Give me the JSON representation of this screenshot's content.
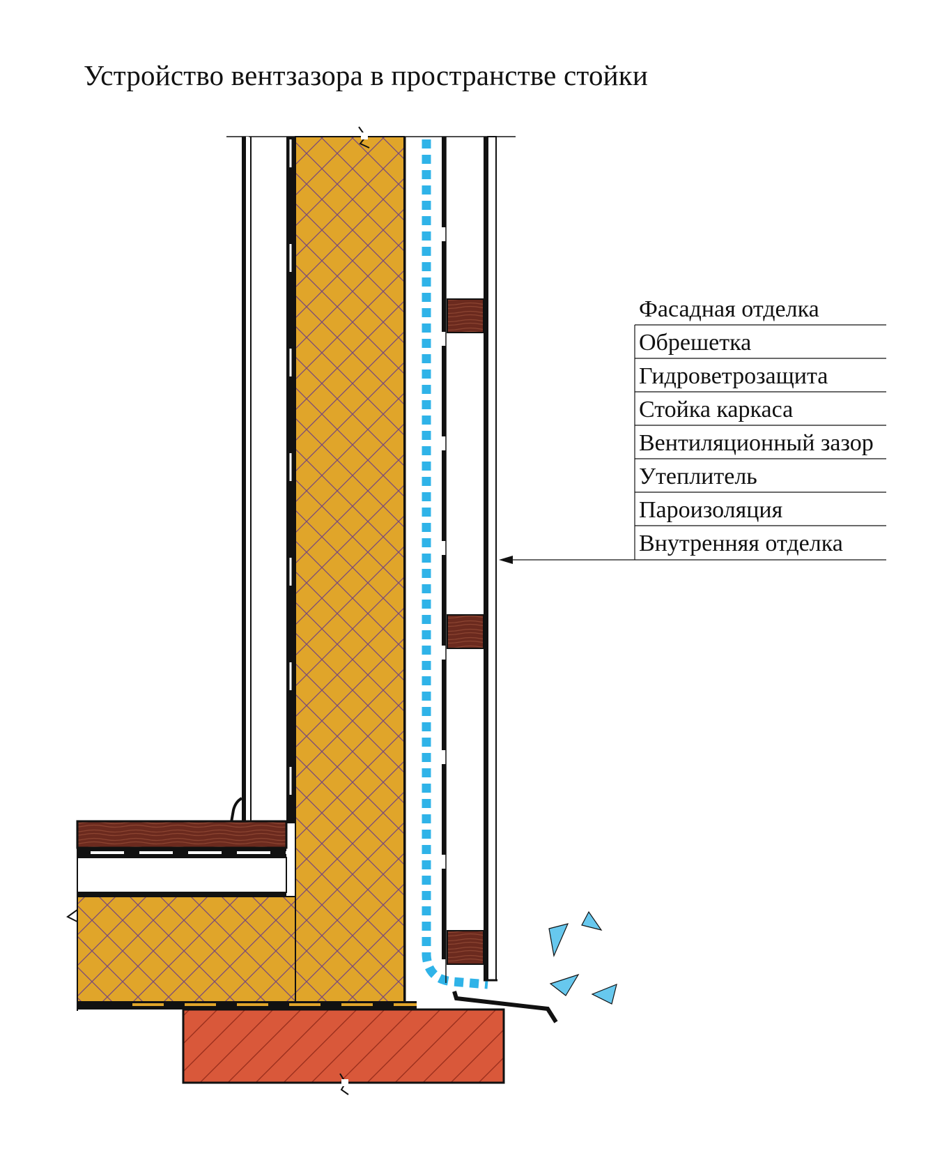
{
  "title": "Устройство вентзазора в пространстве стойки",
  "legend": [
    "Фасадная отделка",
    "Обрешетка",
    "Гидроветрозащита",
    "Стойка каркаса",
    "Вентиляционный зазор",
    "Утеплитель",
    "Пароизоляция",
    "Внутренняя отделка"
  ],
  "colors": {
    "insulation": "#e0a52a",
    "insulation_hatch": "#7a4a7a",
    "wood": "#6b2a1e",
    "foundation": "#d9583a",
    "air_gap": "#2fb3e8",
    "airflow": "#67c8ee",
    "line": "#111111"
  }
}
